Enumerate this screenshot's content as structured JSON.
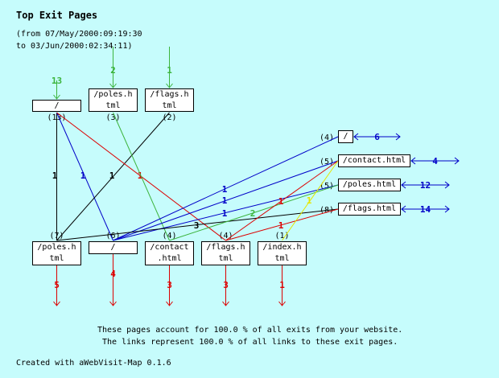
{
  "title": "Top Exit Pages",
  "range": {
    "from_line": "(from 07/May/2000:09:19:30",
    "to_line": "to 03/Jun/2000:02:34:11)"
  },
  "colors": {
    "background": "#c6fcfc",
    "green": "#3cb43c",
    "blue": "#0000c8",
    "red": "#dc0000",
    "black": "#000000",
    "yellow": "#e6e600"
  },
  "entry_nodes": [
    {
      "label": "/",
      "count": "(13)",
      "incoming": "13"
    },
    {
      "label": "/poles.h\ntml",
      "count": "(3)",
      "incoming": "2"
    },
    {
      "label": "/flags.h\ntml",
      "count": "(2)",
      "incoming": "1"
    }
  ],
  "exit_nodes": [
    {
      "label": "/poles.h\ntml",
      "count": "(7)",
      "exits": "5"
    },
    {
      "label": "/",
      "count": "(6)",
      "exits": "4"
    },
    {
      "label": "/contact\n.html",
      "count": "(4)",
      "exits": "3"
    },
    {
      "label": "/flags.h\ntml",
      "count": "(4)",
      "exits": "3"
    },
    {
      "label": "/index.h\ntml",
      "count": "(1)",
      "exits": "1"
    }
  ],
  "side_nodes": [
    {
      "label": "/",
      "count": "(4)",
      "loop": "6"
    },
    {
      "label": "/contact.html",
      "count": "(5)",
      "loop": "4"
    },
    {
      "label": "/poles.html",
      "count": "(5)",
      "loop": "12"
    },
    {
      "label": "/flags.html",
      "count": "(8)",
      "loop": "14"
    }
  ],
  "links": [
    {
      "from": "entry-0",
      "to": "exit-0",
      "value": "1",
      "color": "black"
    },
    {
      "from": "entry-0",
      "to": "exit-1",
      "value": "1",
      "color": "blue"
    },
    {
      "from": "entry-2",
      "to": "exit-0",
      "value": "1",
      "color": "black"
    },
    {
      "from": "entry-0",
      "to": "exit-3",
      "value": "1",
      "color": "red"
    },
    {
      "from": "entry-1",
      "to": "exit-2",
      "value": "",
      "color": "green"
    },
    {
      "from": "exit-1",
      "to": "side-0",
      "value": "1",
      "color": "blue"
    },
    {
      "from": "exit-1",
      "to": "side-1",
      "value": "1",
      "color": "blue"
    },
    {
      "from": "exit-1",
      "to": "side-2",
      "value": "1",
      "color": "blue"
    },
    {
      "from": "exit-0",
      "to": "side-3",
      "value": "3",
      "color": "black"
    },
    {
      "from": "exit-2",
      "to": "side-2",
      "value": "2",
      "color": "green"
    },
    {
      "from": "exit-3",
      "to": "side-1",
      "value": "1",
      "color": "red"
    },
    {
      "from": "exit-3",
      "to": "side-3",
      "value": "1",
      "color": "red"
    },
    {
      "from": "exit-4",
      "to": "side-1",
      "value": "1",
      "color": "yellow"
    }
  ],
  "footer": {
    "line1": "These pages account for 100.0 % of all exits from your website.",
    "line2": "The links represent 100.0 % of all links to these exit pages.",
    "credit": "Created with aWebVisit-Map 0.1.6"
  }
}
